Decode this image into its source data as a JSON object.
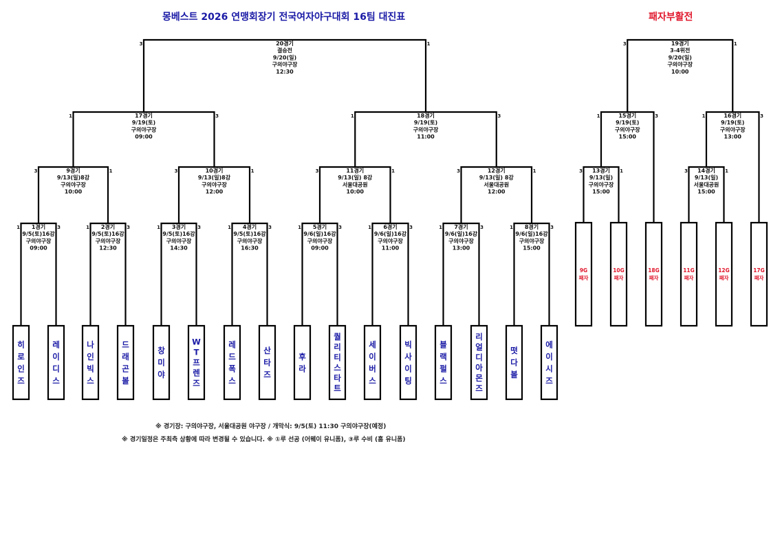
{
  "main_title": "몽베스트 2026 연맹회장기 전국여자야구대회 16팀 대진표",
  "repechage_title": "패자부활전",
  "teams": [
    "히로인즈",
    "레이디스",
    "나인빅스",
    "드래곤볼",
    "창미야",
    "WT프렌즈",
    "레드폭스",
    "산타즈",
    "후라",
    "퀄리티스타트",
    "세이버스",
    "빅사이팅",
    "블랙펄스",
    "리얼디아몬즈",
    "떳다볼",
    "에이시즈"
  ],
  "round16": [
    {
      "lines": [
        "1경기",
        "9/5(토)16강",
        "구의야구장",
        "09:00"
      ],
      "left": "1",
      "right": "3"
    },
    {
      "lines": [
        "2경기",
        "9/5(토)16강",
        "구의야구장",
        "12:30"
      ],
      "left": "1",
      "right": "3"
    },
    {
      "lines": [
        "3경기",
        "9/5(토)16강",
        "구의야구장",
        "14:30"
      ],
      "left": "1",
      "right": "3"
    },
    {
      "lines": [
        "4경기",
        "9/5(토)16강",
        "구의야구장",
        "16:30"
      ],
      "left": "1",
      "right": "3"
    },
    {
      "lines": [
        "5경기",
        "9/6(일)16강",
        "구의야구장",
        "09:00"
      ],
      "left": "1",
      "right": "3"
    },
    {
      "lines": [
        "6경기",
        "9/6(일)16강",
        "구의야구장",
        "11:00"
      ],
      "left": "1",
      "right": "3"
    },
    {
      "lines": [
        "7경기",
        "9/6(일)16강",
        "구의야구장",
        "13:00"
      ],
      "left": "1",
      "right": "3"
    },
    {
      "lines": [
        "8경기",
        "9/6(일)16강",
        "구의야구장",
        "15:00"
      ],
      "left": "1",
      "right": "3"
    }
  ],
  "quarter": [
    {
      "lines": [
        "9경기",
        "9/13(일)8강",
        "구의야구장",
        "10:00"
      ],
      "left": "3",
      "right": "1"
    },
    {
      "lines": [
        "10경기",
        "9/13(일)8강",
        "구의야구장",
        "12:00"
      ],
      "left": "3",
      "right": "1"
    },
    {
      "lines": [
        "11경기",
        "9/13(일) 8강",
        "서울대공원",
        "10:00"
      ],
      "left": "3",
      "right": "1"
    },
    {
      "lines": [
        "12경기",
        "9/13(일) 8강",
        "서울대공원",
        "12:00"
      ],
      "left": "3",
      "right": "1"
    }
  ],
  "semi": [
    {
      "lines": [
        "17경기",
        "9/19(토)",
        "구의야구장",
        "09:00"
      ],
      "left": "1",
      "right": "3"
    },
    {
      "lines": [
        "18경기",
        "9/19(토)",
        "구의야구장",
        "11:00"
      ],
      "left": "1",
      "right": "3"
    }
  ],
  "final": {
    "lines": [
      "20경기",
      "결승전",
      "9/20(일)",
      "구의야구장",
      "12:30"
    ],
    "left": "3",
    "right": "1"
  },
  "rep_first": [
    {
      "lines": [
        "13경기",
        "9/13(일)",
        "구의야구장",
        "15:00"
      ],
      "left": "3",
      "right": "1"
    },
    {
      "lines": [
        "14경기",
        "9/13(일)",
        "서울대공원",
        "15:00"
      ],
      "left": "3",
      "right": "1"
    }
  ],
  "rep_second": [
    {
      "lines": [
        "15경기",
        "9/19(토)",
        "구의야구장",
        "15:00"
      ],
      "left": "1",
      "right": "3"
    },
    {
      "lines": [
        "16경기",
        "9/19(토)",
        "구의야구장",
        "13:00"
      ],
      "left": "1",
      "right": "3"
    }
  ],
  "rep_third": {
    "lines": [
      "19경기",
      "3-4위전",
      "9/20(일)",
      "구의야구장",
      "10:00"
    ],
    "left": "3",
    "right": "1"
  },
  "rep_entries": [
    [
      "9G",
      "패자"
    ],
    [
      "10G",
      "패자"
    ],
    [
      "18G",
      "패자"
    ],
    [
      "11G",
      "패자"
    ],
    [
      "12G",
      "패자"
    ],
    [
      "17G",
      "패자"
    ]
  ],
  "notes": [
    "※ 경기장: 구의야구장, 서울대공원 야구장 / 개막식: 9/5(토) 11:30 구의야구장(예정)",
    "※ 경기일정은 주최측 상황에 따라 변경될 수 있습니다. ※ ①루 선공 (어웨이 유니폼), ③루 수비 (홈 유니폼)"
  ],
  "colors": {
    "line": "#000000",
    "team_text": "#1a1aa6",
    "rep_text": "#e0162b",
    "title_blue": "#1a1aa6",
    "title_red": "#e0162b"
  }
}
